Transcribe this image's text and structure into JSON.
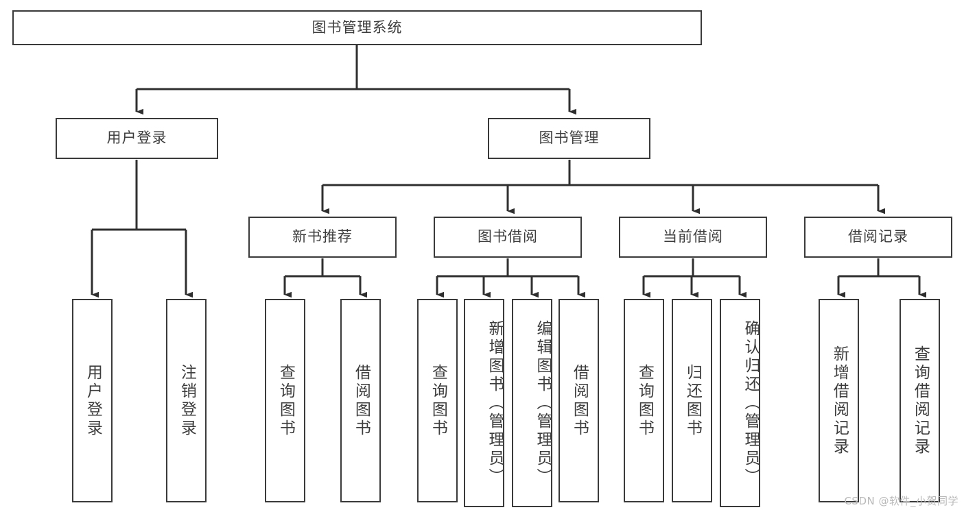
{
  "diagram": {
    "type": "tree",
    "title": "图书管理系统",
    "root": {
      "label": "图书管理系统"
    },
    "level2": [
      {
        "label": "用户登录"
      },
      {
        "label": "图书管理"
      }
    ],
    "level3": [
      {
        "label": "新书推荐"
      },
      {
        "label": "图书借阅"
      },
      {
        "label": "当前借阅"
      },
      {
        "label": "借阅记录"
      }
    ],
    "leaves": {
      "user_login": [
        {
          "label": "用户登录"
        },
        {
          "label": "注销登录"
        }
      ],
      "new_book_recommend": [
        {
          "label": "查询图书"
        },
        {
          "label": "借阅图书"
        }
      ],
      "book_borrow": [
        {
          "label": "查询图书"
        },
        {
          "label": "新增图书（管理员）"
        },
        {
          "label": "编辑图书（管理员）"
        },
        {
          "label": "借阅图书"
        }
      ],
      "current_borrow": [
        {
          "label": "查询图书"
        },
        {
          "label": "归还图书"
        },
        {
          "label": "确认归还（管理员）"
        }
      ],
      "borrow_record": [
        {
          "label": "新增借阅记录"
        },
        {
          "label": "查询借阅记录"
        }
      ]
    }
  },
  "watermark": {
    "text": "CSDN @软件_小贺同学"
  },
  "colors": {
    "border": "#3a3a3a",
    "text": "#3d3d3d",
    "background": "#ffffff",
    "watermark": "#b9b9b9"
  }
}
